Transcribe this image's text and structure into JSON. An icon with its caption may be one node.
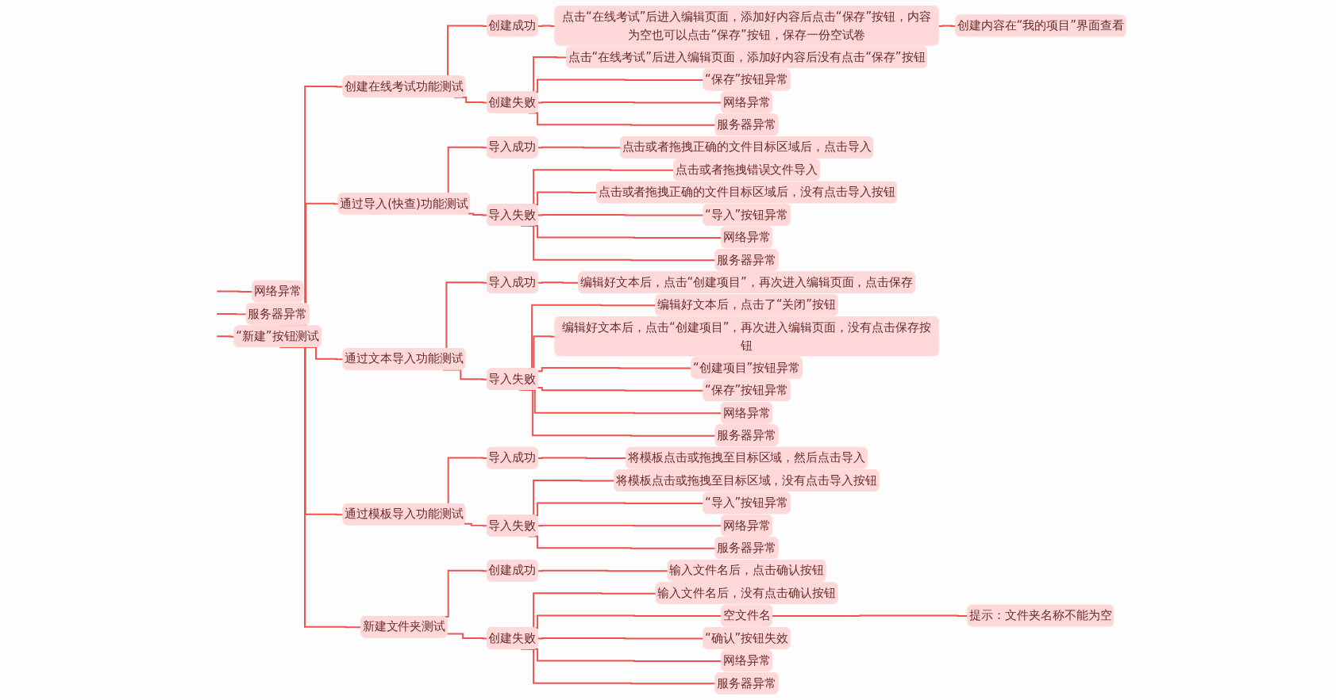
{
  "diagram": {
    "nodes": [
      {
        "text": [
          "网络异常"
        ]
      },
      {
        "text": [
          "服务器异常"
        ]
      },
      {
        "text": [
          "创建在线考试功能测试"
        ]
      },
      {
        "text": [
          "创建成功"
        ]
      },
      {
        "text": [
          "点击“在线考试”后进入编辑页面，添加好内容后点击“保存”按钮，内容为空也可以点击“保存”按钮，保存一份空试卷"
        ]
      },
      {
        "text": [
          "创建内容在“我的项目”界面查看"
        ]
      },
      {
        "text": [
          "创建失败"
        ]
      },
      {
        "text": [
          "点击“在线考试”后进入编辑页面，添加好内容后没有点击“保存”按钮"
        ]
      },
      {
        "text": [
          "“保存”按钮异常"
        ]
      },
      {
        "text": [
          "网络异常"
        ]
      },
      {
        "text": [
          "服务器异常"
        ]
      },
      {
        "text": [
          "通过导入(快查)功能测试"
        ]
      },
      {
        "text": [
          "导入成功"
        ]
      },
      {
        "text": [
          "点击或者拖拽正确的文件目标区域后，点击导入"
        ]
      },
      {
        "text": [
          "导入失败"
        ]
      },
      {
        "text": [
          "点击或者拖拽错误文件导入"
        ]
      },
      {
        "text": [
          "点击或者拖拽正确的文件目标区域后，没有点击导入按钮"
        ]
      },
      {
        "text": [
          "“导入”按钮异常"
        ]
      },
      {
        "text": [
          "网络异常"
        ]
      },
      {
        "text": [
          "服务器异常"
        ]
      },
      {
        "text": [
          "通过文本导入功能测试"
        ]
      },
      {
        "text": [
          "导入成功"
        ]
      },
      {
        "text": [
          "编辑好文本后，点击“创建项目”，再次进入编辑页面，点击保存"
        ]
      },
      {
        "text": [
          "导入失败"
        ]
      },
      {
        "text": [
          "编辑好文本后，点击了“关闭”按钮"
        ]
      },
      {
        "text": [
          "编辑好文本后，点击“创建项目”，再次进入编辑页面，没有点击保存按钮"
        ]
      },
      {
        "text": [
          "“创建项目”按钮异常"
        ]
      },
      {
        "text": [
          "“保存”按钮异常"
        ]
      },
      {
        "text": [
          "网络异常"
        ]
      },
      {
        "text": [
          "服务器异常"
        ]
      },
      {
        "text": [
          "“新建”按钮测试"
        ]
      },
      {
        "text": [
          "通过模板导入功能测试"
        ]
      },
      {
        "text": [
          "导入成功"
        ]
      },
      {
        "text": [
          "将模板点击或拖拽至目标区域，然后点击导入"
        ]
      },
      {
        "text": [
          "导入失败"
        ]
      },
      {
        "text": [
          "将模板点击或拖拽至目标区域，没有点击导入按钮"
        ]
      },
      {
        "text": [
          "“导入”按钮异常"
        ]
      },
      {
        "text": [
          "网络异常"
        ]
      },
      {
        "text": [
          "服务器异常"
        ]
      },
      {
        "text": [
          "新建文件夹测试"
        ]
      },
      {
        "text": [
          "创建成功"
        ]
      },
      {
        "text": [
          "输入文件名后，点击确认按钮"
        ]
      },
      {
        "text": [
          "创建失败"
        ]
      },
      {
        "text": [
          "输入文件名后，没有点击确认按钮"
        ]
      },
      {
        "text": [
          "空文件名"
        ]
      },
      {
        "text": [
          "提示：文件夹名称不能为空"
        ]
      },
      {
        "text": [
          "“确认”按钮失效"
        ]
      },
      {
        "text": [
          "网络异常"
        ]
      },
      {
        "text": [
          "服务器异常"
        ]
      }
    ],
    "edges": [
      {
        "from": null,
        "to": 0,
        "arrow": "none"
      },
      {
        "from": null,
        "to": 1,
        "arrow": "none"
      },
      {
        "from": null,
        "to": 30,
        "arrow": "none"
      },
      {
        "from": 30,
        "to": 2,
        "arrow": "none"
      },
      {
        "from": 2,
        "to": 3,
        "arrow": "none"
      },
      {
        "from": 3,
        "to": 4,
        "arrow": "none"
      },
      {
        "from": 4,
        "to": 5,
        "arrow": "none"
      },
      {
        "from": 2,
        "to": 6,
        "arrow": "none"
      },
      {
        "from": 6,
        "to": 7,
        "arrow": "none"
      },
      {
        "from": 6,
        "to": 8,
        "arrow": "none"
      },
      {
        "from": 6,
        "to": 9,
        "arrow": "none"
      },
      {
        "from": 6,
        "to": 10,
        "arrow": "none"
      },
      {
        "from": 30,
        "to": 11,
        "arrow": "none"
      },
      {
        "from": 11,
        "to": 12,
        "arrow": "none"
      },
      {
        "from": 12,
        "to": 13,
        "arrow": "none"
      },
      {
        "from": 11,
        "to": 14,
        "arrow": "none"
      },
      {
        "from": 14,
        "to": 15,
        "arrow": "none"
      },
      {
        "from": 14,
        "to": 16,
        "arrow": "none"
      },
      {
        "from": 14,
        "to": 17,
        "arrow": "none"
      },
      {
        "from": 14,
        "to": 18,
        "arrow": "none"
      },
      {
        "from": 14,
        "to": 19,
        "arrow": "none"
      },
      {
        "from": 30,
        "to": 20,
        "arrow": "none"
      },
      {
        "from": 20,
        "to": 21,
        "arrow": "none"
      },
      {
        "from": 21,
        "to": 22,
        "arrow": "none"
      },
      {
        "from": 20,
        "to": 23,
        "arrow": "none"
      },
      {
        "from": 23,
        "to": 24,
        "arrow": "none"
      },
      {
        "from": 23,
        "to": 25,
        "arrow": "none"
      },
      {
        "from": 23,
        "to": 26,
        "arrow": "none"
      },
      {
        "from": 23,
        "to": 27,
        "arrow": "none"
      },
      {
        "from": 23,
        "to": 28,
        "arrow": "none"
      },
      {
        "from": 23,
        "to": 29,
        "arrow": "none"
      },
      {
        "from": 30,
        "to": 31,
        "arrow": "none"
      },
      {
        "from": 31,
        "to": 32,
        "arrow": "none"
      },
      {
        "from": 32,
        "to": 33,
        "arrow": "none"
      },
      {
        "from": 31,
        "to": 34,
        "arrow": "none"
      },
      {
        "from": 34,
        "to": 35,
        "arrow": "none"
      },
      {
        "from": 34,
        "to": 36,
        "arrow": "none"
      },
      {
        "from": 34,
        "to": 37,
        "arrow": "none"
      },
      {
        "from": 34,
        "to": 38,
        "arrow": "none"
      },
      {
        "from": 30,
        "to": 39,
        "arrow": "none"
      },
      {
        "from": 39,
        "to": 40,
        "arrow": "none"
      },
      {
        "from": 40,
        "to": 41,
        "arrow": "none"
      },
      {
        "from": 39,
        "to": 42,
        "arrow": "none"
      },
      {
        "from": 42,
        "to": 43,
        "arrow": "none"
      },
      {
        "from": 42,
        "to": 44,
        "arrow": "none"
      },
      {
        "from": 44,
        "to": 45,
        "arrow": "none"
      },
      {
        "from": 42,
        "to": 46,
        "arrow": "none"
      },
      {
        "from": 42,
        "to": 47,
        "arrow": "none"
      },
      {
        "from": 42,
        "to": 48,
        "arrow": "none"
      }
    ]
  }
}
